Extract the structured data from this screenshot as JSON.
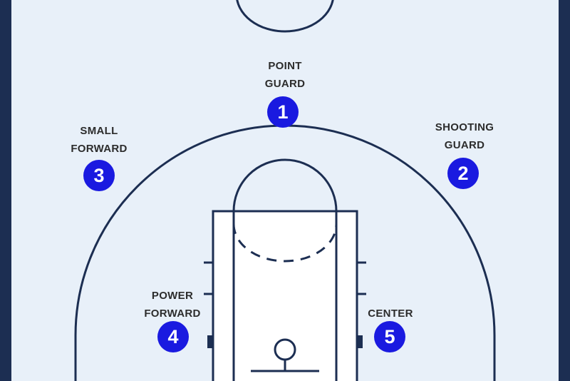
{
  "colors": {
    "court_background": "#e8f0f9",
    "line": "#1c2e52",
    "lane_fill": "#ffffff",
    "badge": "#1a1ae0",
    "badge_text": "#ffffff",
    "label_text": "#2c2c2c"
  },
  "positions": [
    {
      "number": "1",
      "line1": "POINT",
      "line2": "GUARD"
    },
    {
      "number": "2",
      "line1": "SHOOTING",
      "line2": "GUARD"
    },
    {
      "number": "3",
      "line1": "SMALL",
      "line2": "FORWARD"
    },
    {
      "number": "4",
      "line1": "POWER",
      "line2": "FORWARD"
    },
    {
      "number": "5",
      "line1": "CENTER",
      "line2": ""
    }
  ]
}
